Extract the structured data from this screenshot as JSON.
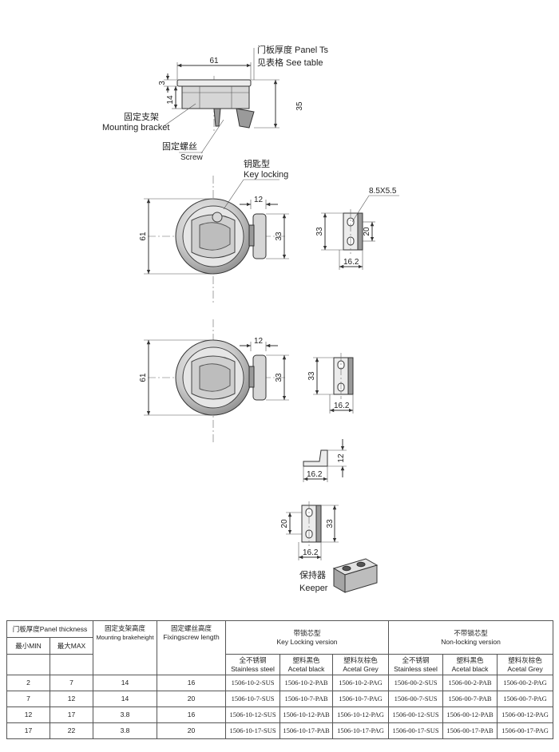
{
  "top_view": {
    "dim_width": "61",
    "dim_thickness": "3",
    "dim_bracket": "14",
    "dim_height": "35",
    "panel_note_cn": "门板厚度 Panel Ts",
    "panel_note_cn2": "见表格 See table",
    "bracket_cn": "固定支架",
    "bracket_en": "Mounting bracket",
    "screw_cn": "固定螺丝",
    "screw_en": "Screw"
  },
  "locking_view": {
    "key_cn": "钥匙型",
    "key_en": "Key locking",
    "dim_diameter": "61",
    "dim_offset": "12",
    "dim_height": "33",
    "slot_label": "8.5X5.5",
    "keeper_height": "33",
    "keeper_hole": "20",
    "keeper_width": "16.2"
  },
  "nonlocking_view": {
    "dim_diameter": "61",
    "dim_offset": "12",
    "dim_height": "33",
    "keeper_height": "33",
    "keeper_width": "16.2"
  },
  "keeper_detail": {
    "side_height": "12",
    "side_width": "16.2",
    "front_hole": "20",
    "front_height": "33",
    "front_width": "16.2",
    "label_cn": "保持器",
    "label_en": "Keeper"
  },
  "table": {
    "h_panel": "门板厚度Panel thickness",
    "h_min": "最小MIN",
    "h_max": "最大MAX",
    "h_bracket_cn": "固定支架高度",
    "h_bracket_en": "Mounting brakeheight",
    "h_screw_cn": "固定螺丝高度",
    "h_screw_en": "Fixingscrew length",
    "h_lock_cn": "带锁芯型",
    "h_lock_en": "Key Locking version",
    "h_nolock_cn": "不带锁芯型",
    "h_nolock_en": "Non-locking version",
    "h_ss_cn": "全不锈钢",
    "h_ss_en": "Stainless steel",
    "h_ab_cn": "塑料黑色",
    "h_ab_en": "Acetal black",
    "h_ag_cn": "塑料灰棕色",
    "h_ag_en": "Acetal Grey",
    "rows": [
      {
        "min": "2",
        "max": "7",
        "bracket": "14",
        "screw": "16",
        "l_ss": "1506-10-2-SUS",
        "l_ab": "1506-10-2-PAB",
        "l_ag": "1506-10-2-PAG",
        "n_ss": "1506-00-2-SUS",
        "n_ab": "1506-00-2-PAB",
        "n_ag": "1506-00-2-PAG"
      },
      {
        "min": "7",
        "max": "12",
        "bracket": "14",
        "screw": "20",
        "l_ss": "1506-10-7-SUS",
        "l_ab": "1506-10-7-PAB",
        "l_ag": "1506-10-7-PAG",
        "n_ss": "1506-00-7-SUS",
        "n_ab": "1506-00-7-PAB",
        "n_ag": "1506-00-7-PAG"
      },
      {
        "min": "12",
        "max": "17",
        "bracket": "3.8",
        "screw": "16",
        "l_ss": "1506-10-12-SUS",
        "l_ab": "1506-10-12-PAB",
        "l_ag": "1506-10-12-PAG",
        "n_ss": "1506-00-12-SUS",
        "n_ab": "1506-00-12-PAB",
        "n_ag": "1506-00-12-PAG"
      },
      {
        "min": "17",
        "max": "22",
        "bracket": "3.8",
        "screw": "20",
        "l_ss": "1506-10-17-SUS",
        "l_ab": "1506-10-17-PAB",
        "l_ag": "1506-10-17-PAG",
        "n_ss": "1506-00-17-SUS",
        "n_ab": "1506-00-17-PAB",
        "n_ag": "1506-00-17-PAG"
      }
    ]
  }
}
